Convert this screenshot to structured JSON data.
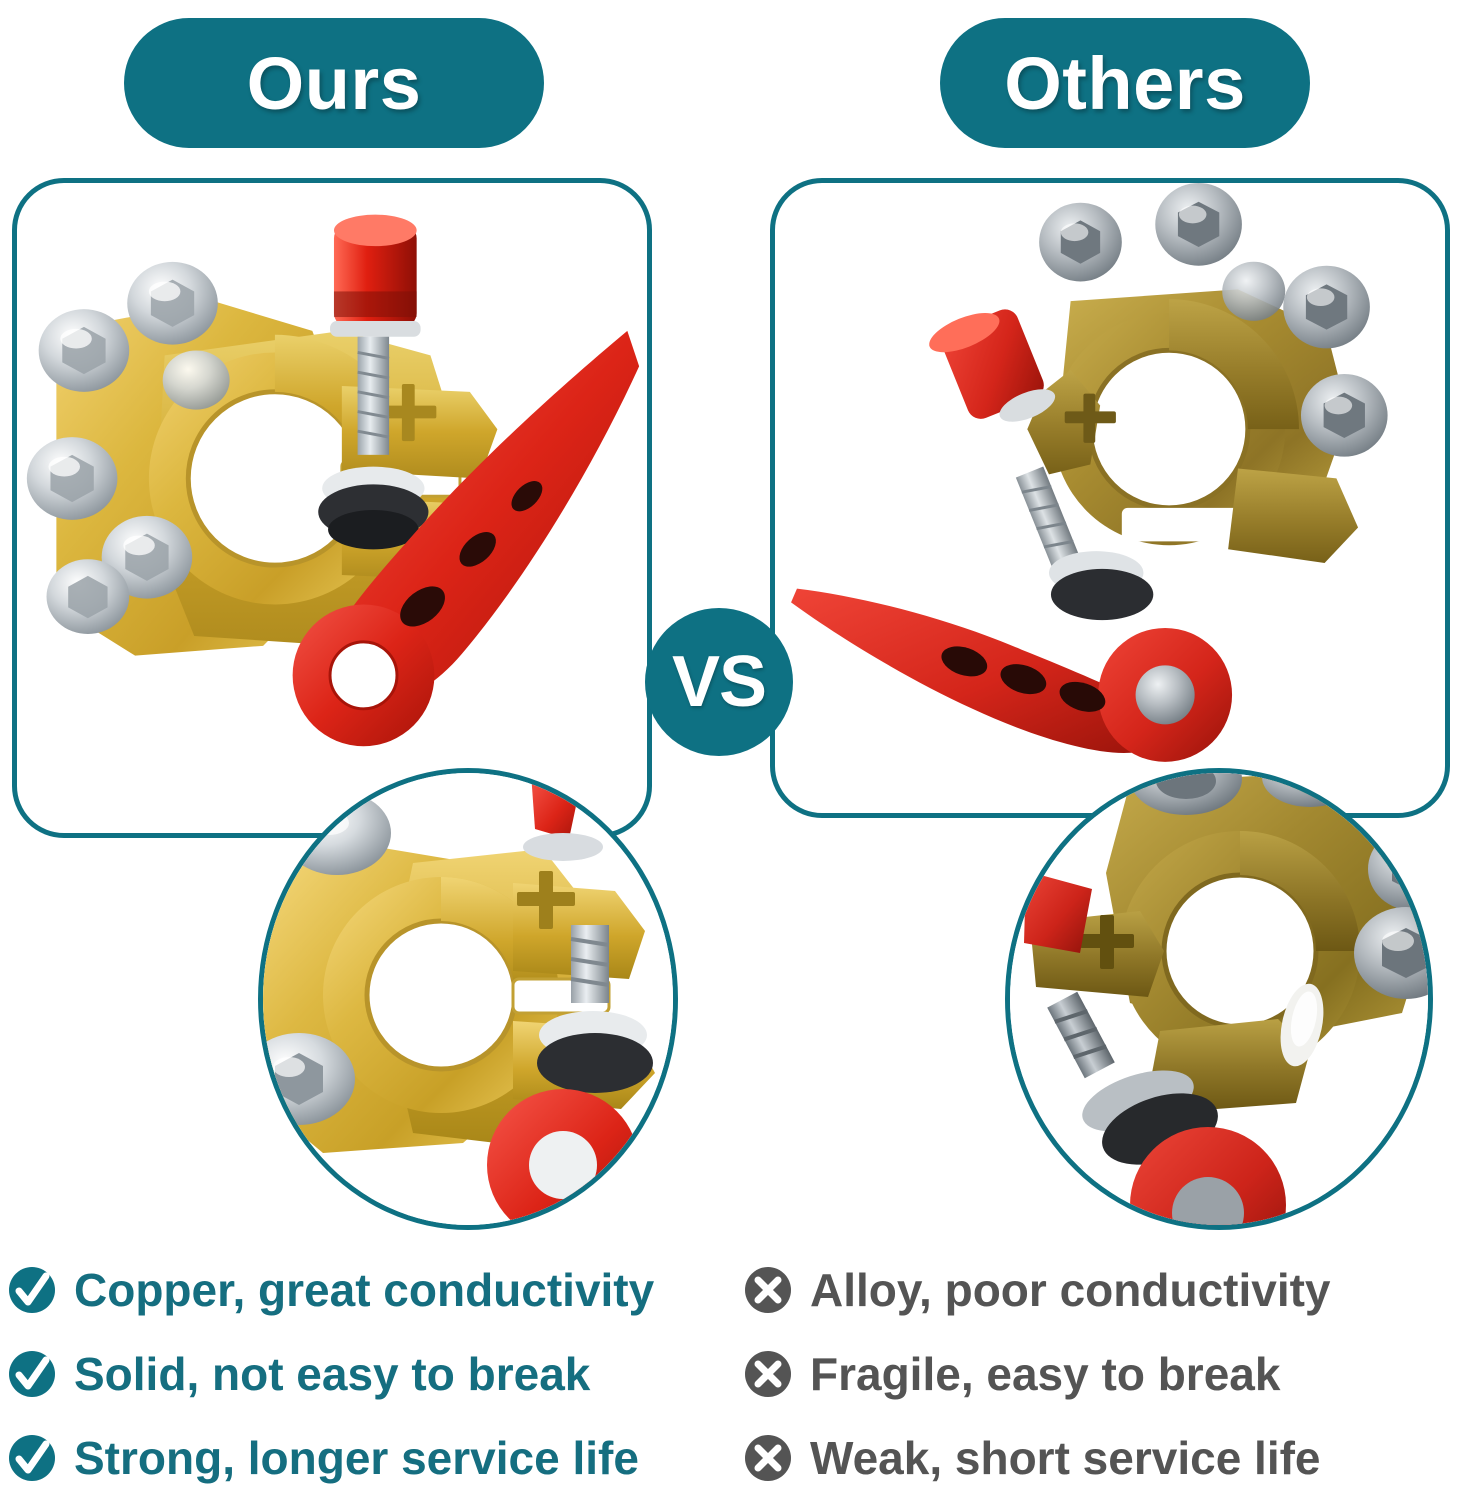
{
  "theme": {
    "teal": "#0e7183",
    "teal_text": "#156e80",
    "gray": "#545454",
    "white": "#ffffff",
    "brass_bright": "#d8b13a",
    "brass_dull": "#a58a36",
    "red": "#e02a1c",
    "silver": "#c9cdd1"
  },
  "headers": {
    "ours": "Ours",
    "others": "Others"
  },
  "center": {
    "vs_label": "VS"
  },
  "panels": {
    "ours": {
      "photo_name": "gold-plated-copper-battery-terminal-clamp",
      "alt": "Bright gold battery terminal clamp with six silver hex bolts, red quick-release lever and red knob"
    },
    "others": {
      "photo_name": "alloy-battery-terminal-clamp",
      "alt": "Dull tarnished brass battery terminal clamp with hex bolts and red quick-release lever"
    }
  },
  "insets": {
    "ours": {
      "photo_name": "closeup-gold-clamp-smooth-casting",
      "alt": "Close-up of bright gold clamp showing smooth polished casting and plus marking"
    },
    "others": {
      "photo_name": "closeup-alloy-clamp-casting-defect",
      "alt": "Close-up of dull brass clamp showing rough casting with a white defect blemish"
    }
  },
  "features": {
    "ours": {
      "icon": "check-circle-icon",
      "icon_color": "#0e7183",
      "items": [
        "Copper, great conductivity",
        "Solid, not easy to break",
        "Strong, longer service life"
      ]
    },
    "others": {
      "icon": "x-circle-icon",
      "icon_color": "#545454",
      "items": [
        "Alloy, poor conductivity",
        "Fragile, easy to break",
        "Weak, short service life"
      ]
    }
  }
}
